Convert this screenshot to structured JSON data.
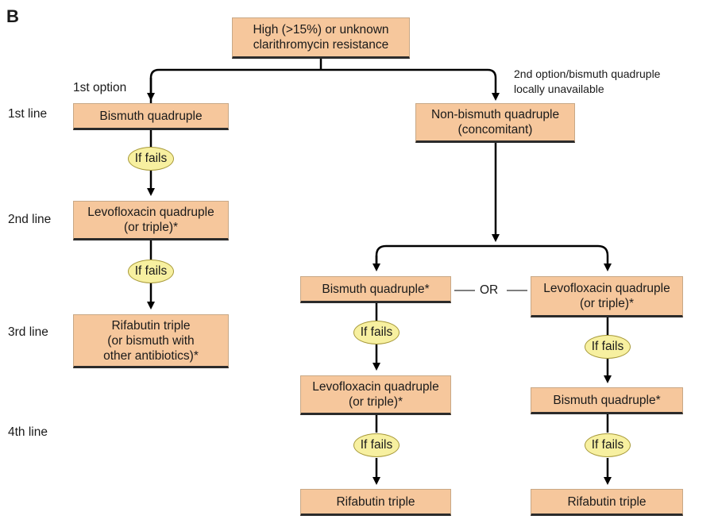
{
  "panel_label": "B",
  "lines": {
    "first": "1st line",
    "second": "2nd line",
    "third": "3rd line",
    "fourth": "4th line"
  },
  "top_box": [
    "High (>15%) or unknown",
    "clarithromycin resistance"
  ],
  "left_branch_label": "1st option",
  "right_branch_label": [
    "2nd option/bismuth quadruple",
    "locally unavailable"
  ],
  "left_column": {
    "first": [
      "Bismuth quadruple"
    ],
    "second": [
      "Levofloxacin quadruple",
      "(or triple)*"
    ],
    "third": [
      "Rifabutin triple",
      "(or bismuth with",
      "other antibiotics)*"
    ]
  },
  "right_top_box": [
    "Non-bismuth quadruple",
    "(concomitant)"
  ],
  "right_left_column": {
    "a": [
      "Bismuth quadruple*"
    ],
    "b": [
      "Levofloxacin quadruple",
      "(or  triple)*"
    ],
    "c": [
      "Rifabutin triple"
    ]
  },
  "right_right_column": {
    "a": [
      "Levofloxacin quadruple",
      "(or triple)*"
    ],
    "b": [
      "Bismuth quadruple*"
    ],
    "c": [
      "Rifabutin triple"
    ]
  },
  "or_label": "OR",
  "if_fails": "If fails",
  "colors": {
    "box_fill": "#f6c79c",
    "oval_fill": "#f7f0a0",
    "line": "#000000"
  }
}
